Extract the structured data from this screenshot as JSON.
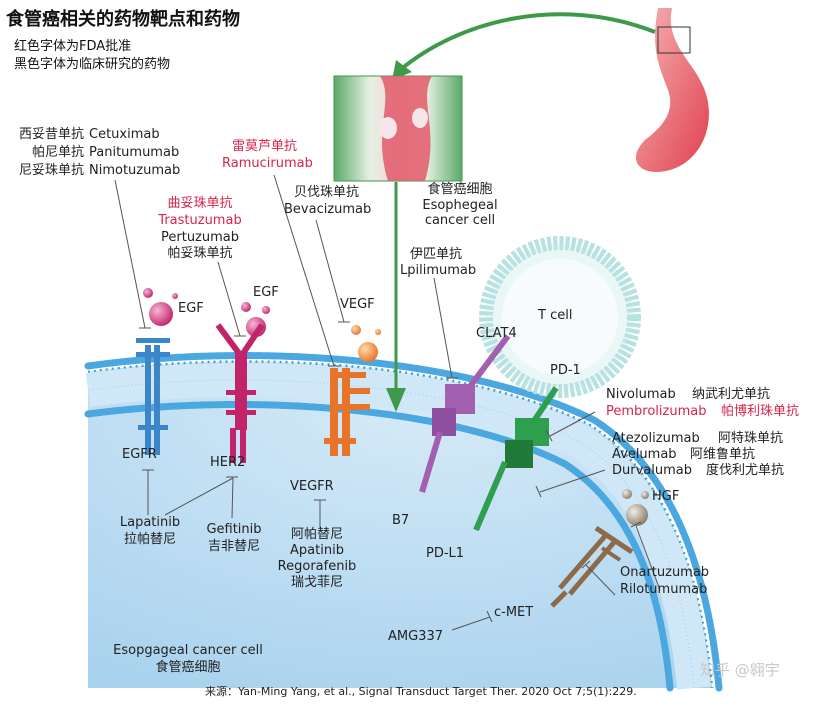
{
  "header": {
    "title": "食管癌相关的药物靶点和药物",
    "legend_red": "红色字体为FDA批准",
    "legend_black": "黑色字体为临床研究的药物"
  },
  "egfr_drugs": {
    "l1_cn": "西妥昔单抗",
    "l1_en": "Cetuximab",
    "l2_cn": "帕尼单抗",
    "l2_en": "Panitumumab",
    "l3_cn": "尼妥珠单抗",
    "l3_en": "Nimotuzumab"
  },
  "her2_drugs": {
    "approved_cn": "曲妥珠单抗",
    "approved_en": "Trastuzumab",
    "other_en": "Pertuzumab",
    "other_cn": "帕妥珠单抗"
  },
  "vegfr2_drugs": {
    "approved_cn": "雷莫芦单抗",
    "approved_en": "Ramucirumab"
  },
  "vegf_drugs": {
    "cn": "贝伐珠单抗",
    "en": "Bevacizumab"
  },
  "tumor_label": {
    "cn": "食管癌细胞",
    "en1": "Esophegeal",
    "en2": "cancer cell"
  },
  "ctla4_drugs": {
    "cn": "伊匹单抗",
    "en": "Lpilimumab"
  },
  "ligands": {
    "egf1": "EGF",
    "egf2": "EGF",
    "vegf": "VEGF",
    "hgf": "HGF"
  },
  "receptors": {
    "egfr": "EGFR",
    "her2": "HER2",
    "vegfr": "VEGFR",
    "b7": "B7",
    "pdl1": "PD-L1",
    "cmet": "c-MET",
    "clat4": "CLAT4",
    "pd1": "PD-1"
  },
  "tcell": {
    "label": "T cell"
  },
  "pd1_drugs": {
    "nivo_en": "Nivolumab",
    "nivo_cn": "纳武利尤单抗",
    "pembro_en": "Pembrolizumab",
    "pembro_cn": "帕博利珠单抗"
  },
  "pdl1_drugs": {
    "atezo_en": "Atezolizumab",
    "atezo_cn": "阿特珠单抗",
    "avelu_en": "Avelumab",
    "avelu_cn": "阿维鲁单抗",
    "durva_en": "Durvalumab",
    "durva_cn": "度伐利尤单抗"
  },
  "tki_drugs": {
    "lapa_en": "Lapatinib",
    "lapa_cn": "拉帕替尼",
    "gefi_en": "Gefitinib",
    "gefi_cn": "吉非替尼",
    "apa_cn": "阿帕替尼",
    "apa_en": "Apatinib",
    "rego_en": "Regorafenib",
    "rego_cn": "瑞戈菲尼"
  },
  "met_drugs": {
    "onar": "Onartuzumab",
    "rilo": "Rilotumumab",
    "amg": "AMG337"
  },
  "cell_label": {
    "en": "Esopgageal cancer cell",
    "cn": "食管癌细胞"
  },
  "footer": {
    "source": "来源：Yan-Ming Yang, et al., Signal Transduct Target Ther. 2020 Oct 7;5(1):229.",
    "watermark": "知乎 @翱宇"
  },
  "colors": {
    "approved": "#d6244b",
    "egfr": "#3a86c8",
    "her2": "#c2246b",
    "vegfr": "#e8742a",
    "ctla4": "#a35fb0",
    "pdl1": "#2e9e4f",
    "met": "#8c6a4a",
    "tcell": "#b8e2e2"
  }
}
